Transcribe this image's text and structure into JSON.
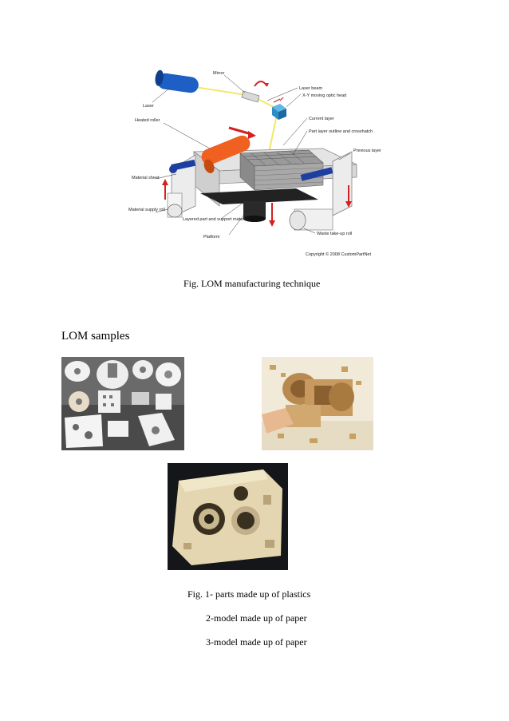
{
  "diagram": {
    "labels": {
      "mirror": "Mirror",
      "laser_beam": "Laser beam",
      "xy_head": "X-Y moving optic head",
      "laser": "Laser",
      "heated_roller": "Heated roller",
      "current_layer": "Current layer",
      "part_outline": "Part layer outline and crosshatch",
      "previous_layer": "Previous layer",
      "material_sheet": "Material sheet",
      "material_supply": "Material supply roll",
      "layered_part": "Layered part and support material",
      "platform": "Platform",
      "waste_roll": "Waste take-up roll",
      "copyright": "Copyright © 2008 CustomPartNet"
    }
  },
  "caption_1": "Fig. LOM manufacturing technique",
  "section_heading": "LOM samples",
  "caption_lines": [
    "Fig. 1- parts made up of plastics",
    "2-model made up of paper",
    "3-model made up of paper"
  ]
}
